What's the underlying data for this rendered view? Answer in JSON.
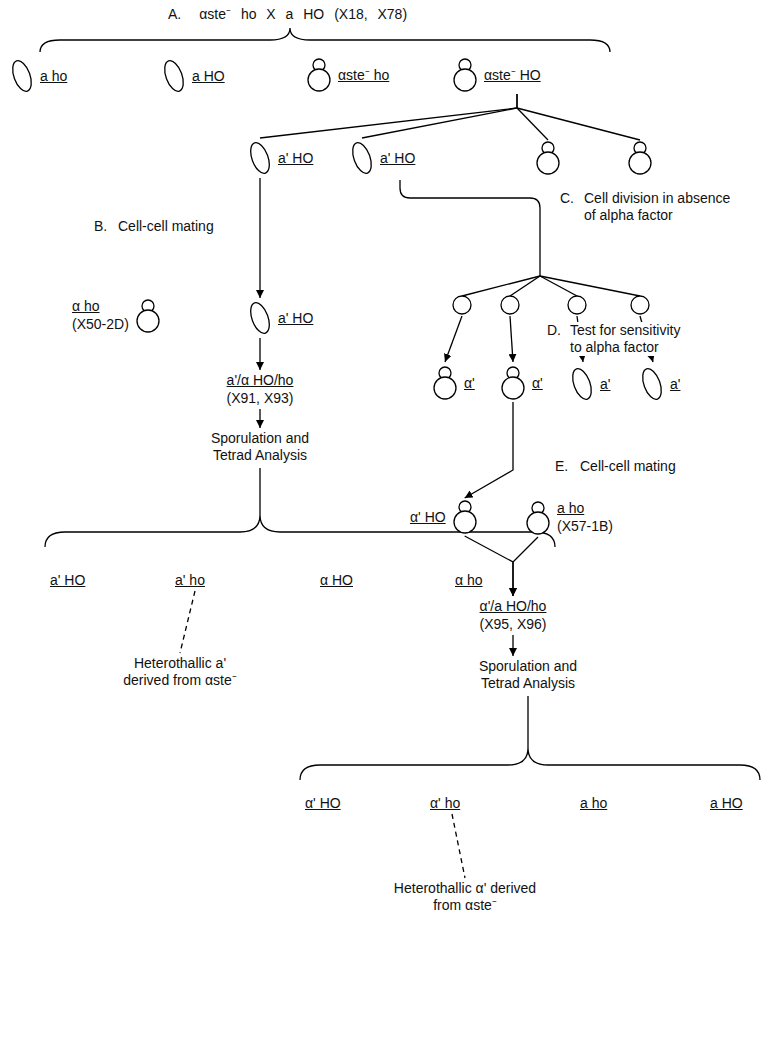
{
  "diagram": {
    "nodes": [
      {
        "text": [
          "A.",
          "αste⁻ ho X a HO (X18, X78)"
        ]
      },
      {
        "text": [
          "a ho"
        ]
      },
      {
        "text": [
          "a HO"
        ]
      },
      {
        "text": [
          "αste⁻ ho"
        ]
      },
      {
        "text": [
          "αste⁻ HO"
        ]
      },
      {
        "text": [
          "a' HO"
        ]
      },
      {
        "text": [
          "a' HO"
        ]
      },
      {
        "text": [
          "a' HO"
        ]
      },
      {
        "text": [
          "α ho",
          "(X50-2D)"
        ]
      },
      {
        "text": [
          "a'/α HO/ho",
          "(X91, X93)"
        ]
      },
      {
        "text": [
          "Sporulation and Tetrad Analysis"
        ]
      },
      {
        "text": [
          "a' HO"
        ]
      },
      {
        "text": [
          "a' ho"
        ]
      },
      {
        "text": [
          "α HO"
        ]
      },
      {
        "text": [
          "α ho"
        ]
      },
      {
        "text": [
          "Heterothallic a' derived from αste⁻"
        ]
      },
      {
        "text": [
          "α'"
        ]
      },
      {
        "text": [
          "α'"
        ]
      },
      {
        "text": [
          "a'"
        ]
      },
      {
        "text": [
          "a'"
        ]
      },
      {
        "text": [
          "α' HO"
        ]
      },
      {
        "text": [
          "a ho",
          "(X57-1B)"
        ]
      },
      {
        "text": [
          "α'/a HO/ho",
          "(X95, X96)"
        ]
      },
      {
        "text": [
          "Sporulation and Tetrad Analysis"
        ]
      },
      {
        "text": [
          "α' HO"
        ]
      },
      {
        "text": [
          "α' ho"
        ]
      },
      {
        "text": [
          "a ho"
        ]
      },
      {
        "text": [
          "a HO"
        ]
      },
      {
        "text": [
          "Heterothallic α' derived from αste⁻"
        ]
      }
    ],
    "edges": [
      {
        "from": 4,
        "to": 5,
        "arrow": "none"
      },
      {
        "from": 4,
        "to": 6,
        "arrow": "none"
      },
      {
        "from": 5,
        "to": 7,
        "arrow": "to"
      },
      {
        "from": 7,
        "to": 9,
        "arrow": "to"
      },
      {
        "from": 9,
        "to": 10,
        "arrow": "to"
      },
      {
        "from": 12,
        "to": 15,
        "arrow": "none"
      },
      {
        "from": 17,
        "to": 20,
        "arrow": "to"
      },
      {
        "from": 20,
        "to": 22,
        "arrow": "to"
      },
      {
        "from": 21,
        "to": 22,
        "arrow": "to"
      },
      {
        "from": 22,
        "to": 23,
        "arrow": "to"
      },
      {
        "from": 25,
        "to": 28,
        "arrow": "none"
      }
    ],
    "labels": [
      "B.",
      "Cell-cell mating",
      "C.",
      "Cell division in absence of alpha factor",
      "D.",
      "Test for sensitivity to alpha factor",
      "E.",
      "Cell-cell mating"
    ]
  }
}
